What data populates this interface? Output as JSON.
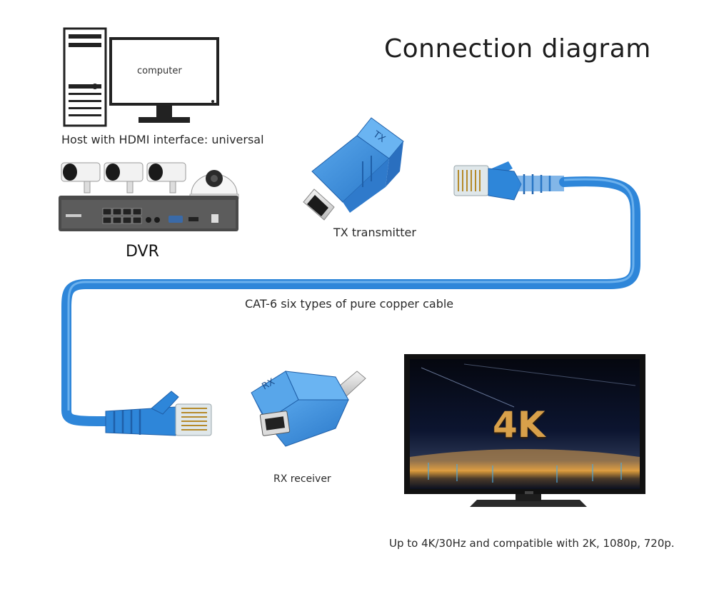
{
  "title": "Connection diagram",
  "labels": {
    "computer": "computer",
    "host": "Host with HDMI interface: universal",
    "dvr": "DVR",
    "tx": "TX transmitter",
    "cable": "CAT-6 six types of pure copper cable",
    "rx": "RX receiver",
    "tv_caption": "Up to 4K/30Hz and compatible with 2K, 1080p, 720p.",
    "tv_screen": "4K"
  },
  "colors": {
    "cable": "#2e86d9",
    "adapter": "#3d92e0",
    "rj45_clear": "#dfe7ea",
    "dvr_body": "#4a4a4a",
    "tv_bezel": "#111111",
    "gold_text": "#d8a04a"
  },
  "icons": [
    "computer-tower-icon",
    "monitor-icon",
    "bullet-camera-icon",
    "dome-camera-icon",
    "dvr-recorder-icon",
    "tx-adapter-icon",
    "rx-adapter-icon",
    "rj45-plug-icon",
    "television-icon"
  ]
}
